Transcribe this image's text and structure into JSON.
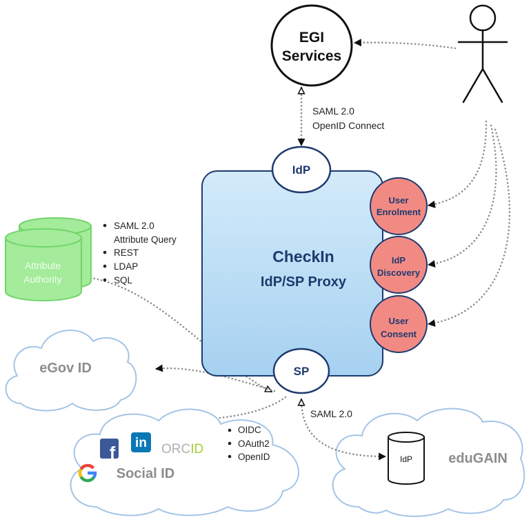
{
  "actor": {
    "icon": "user-actor-icon"
  },
  "egi_services": {
    "lines": [
      "EGI",
      "Services"
    ]
  },
  "egi_link_protocols": [
    "SAML 2.0",
    "OpenID Connect"
  ],
  "proxy": {
    "title": "CheckIn",
    "subtitle": "IdP/SP Proxy",
    "idp": "IdP",
    "sp": "SP"
  },
  "user_services": [
    {
      "lines": [
        "User",
        "Enrolment"
      ]
    },
    {
      "lines": [
        "IdP",
        "Discovery"
      ]
    },
    {
      "lines": [
        "User",
        "Consent"
      ]
    }
  ],
  "attribute_authority": {
    "lines": [
      "Attribute",
      "Authority"
    ],
    "protocols": [
      [
        "SAML 2.0",
        "Attribute Query"
      ],
      [
        "REST"
      ],
      [
        "LDAP"
      ],
      [
        "SQL"
      ]
    ]
  },
  "egov": {
    "label": "eGov ID"
  },
  "social": {
    "label": "Social ID",
    "protocols": [
      "OIDC",
      "OAuth2",
      "OpenID"
    ],
    "logos": {
      "facebook": "f",
      "linkedin": "in",
      "orcid": [
        "ORC",
        "ID"
      ],
      "google": "G"
    },
    "icons": [
      "facebook-icon",
      "linkedin-icon",
      "orcid-logo",
      "google-icon"
    ]
  },
  "edugain": {
    "label": "eduGAIN",
    "idp": "IdP",
    "protocol": "SAML 2.0"
  },
  "colors": {
    "navy": "#1d3a6e",
    "service_fill": "#f28a84",
    "aa_fill": "#a4eb9b",
    "aa_stroke": "#72d46b",
    "cloud_stroke": "#a3c4e6",
    "cloud_text": "#8c8c8c",
    "facebook": "#3b5998",
    "linkedin": "#0a78b5",
    "orcid_green": "#a6ce39",
    "orcid_grey": "#b0b0b0"
  }
}
